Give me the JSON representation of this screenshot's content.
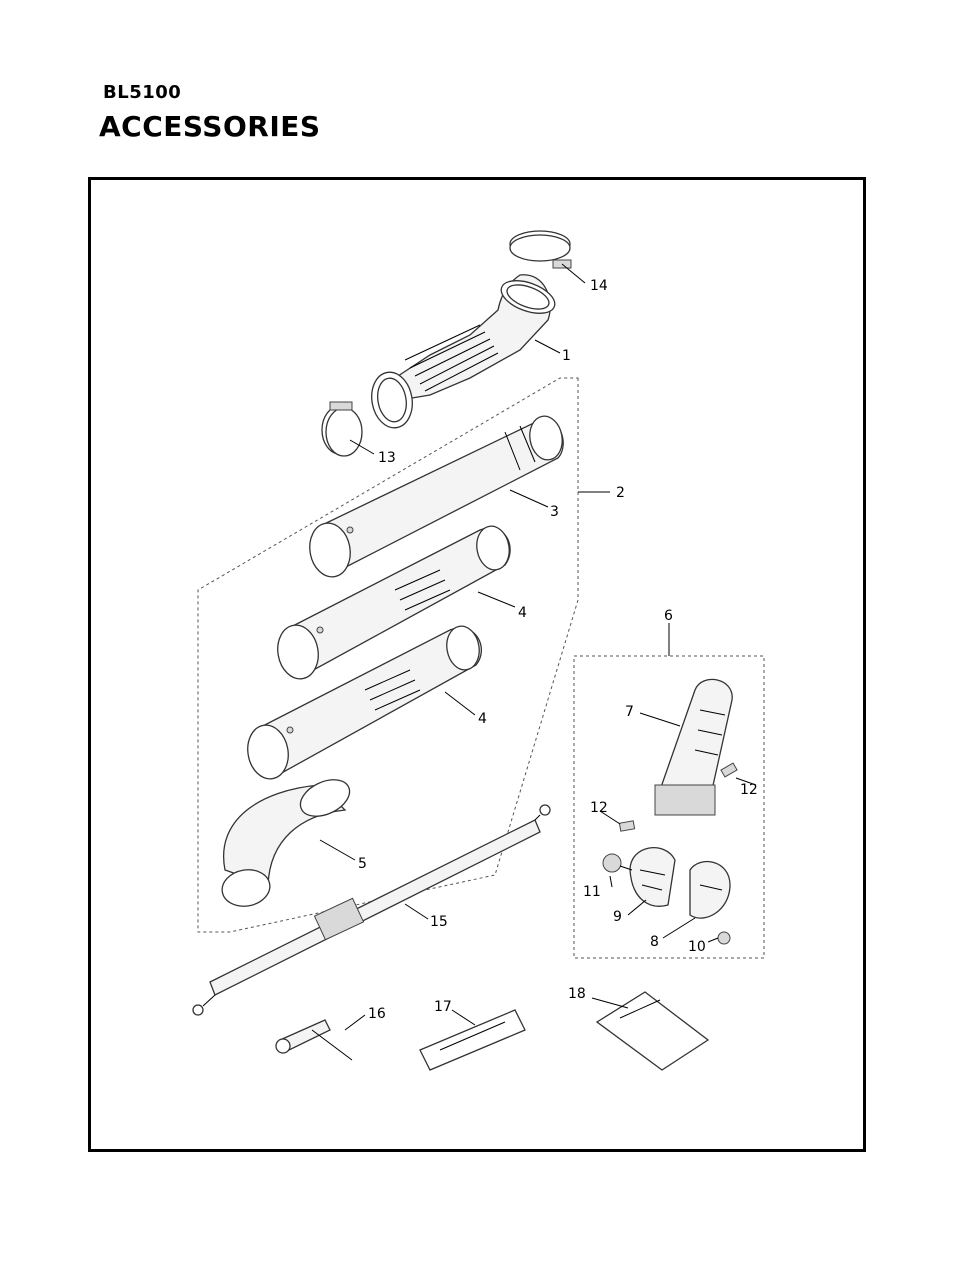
{
  "header": {
    "model": "BL5100",
    "section": "ACCESSORIES"
  },
  "callouts": {
    "c1": "1",
    "c2": "2",
    "c3": "3",
    "c4a": "4",
    "c4b": "4",
    "c5": "5",
    "c6": "6",
    "c7": "7",
    "c8": "8",
    "c9": "9",
    "c10": "10",
    "c11": "11",
    "c12a": "12",
    "c12b": "12",
    "c13": "13",
    "c14": "14",
    "c15": "15",
    "c16": "16",
    "c17": "17",
    "c18": "18"
  }
}
